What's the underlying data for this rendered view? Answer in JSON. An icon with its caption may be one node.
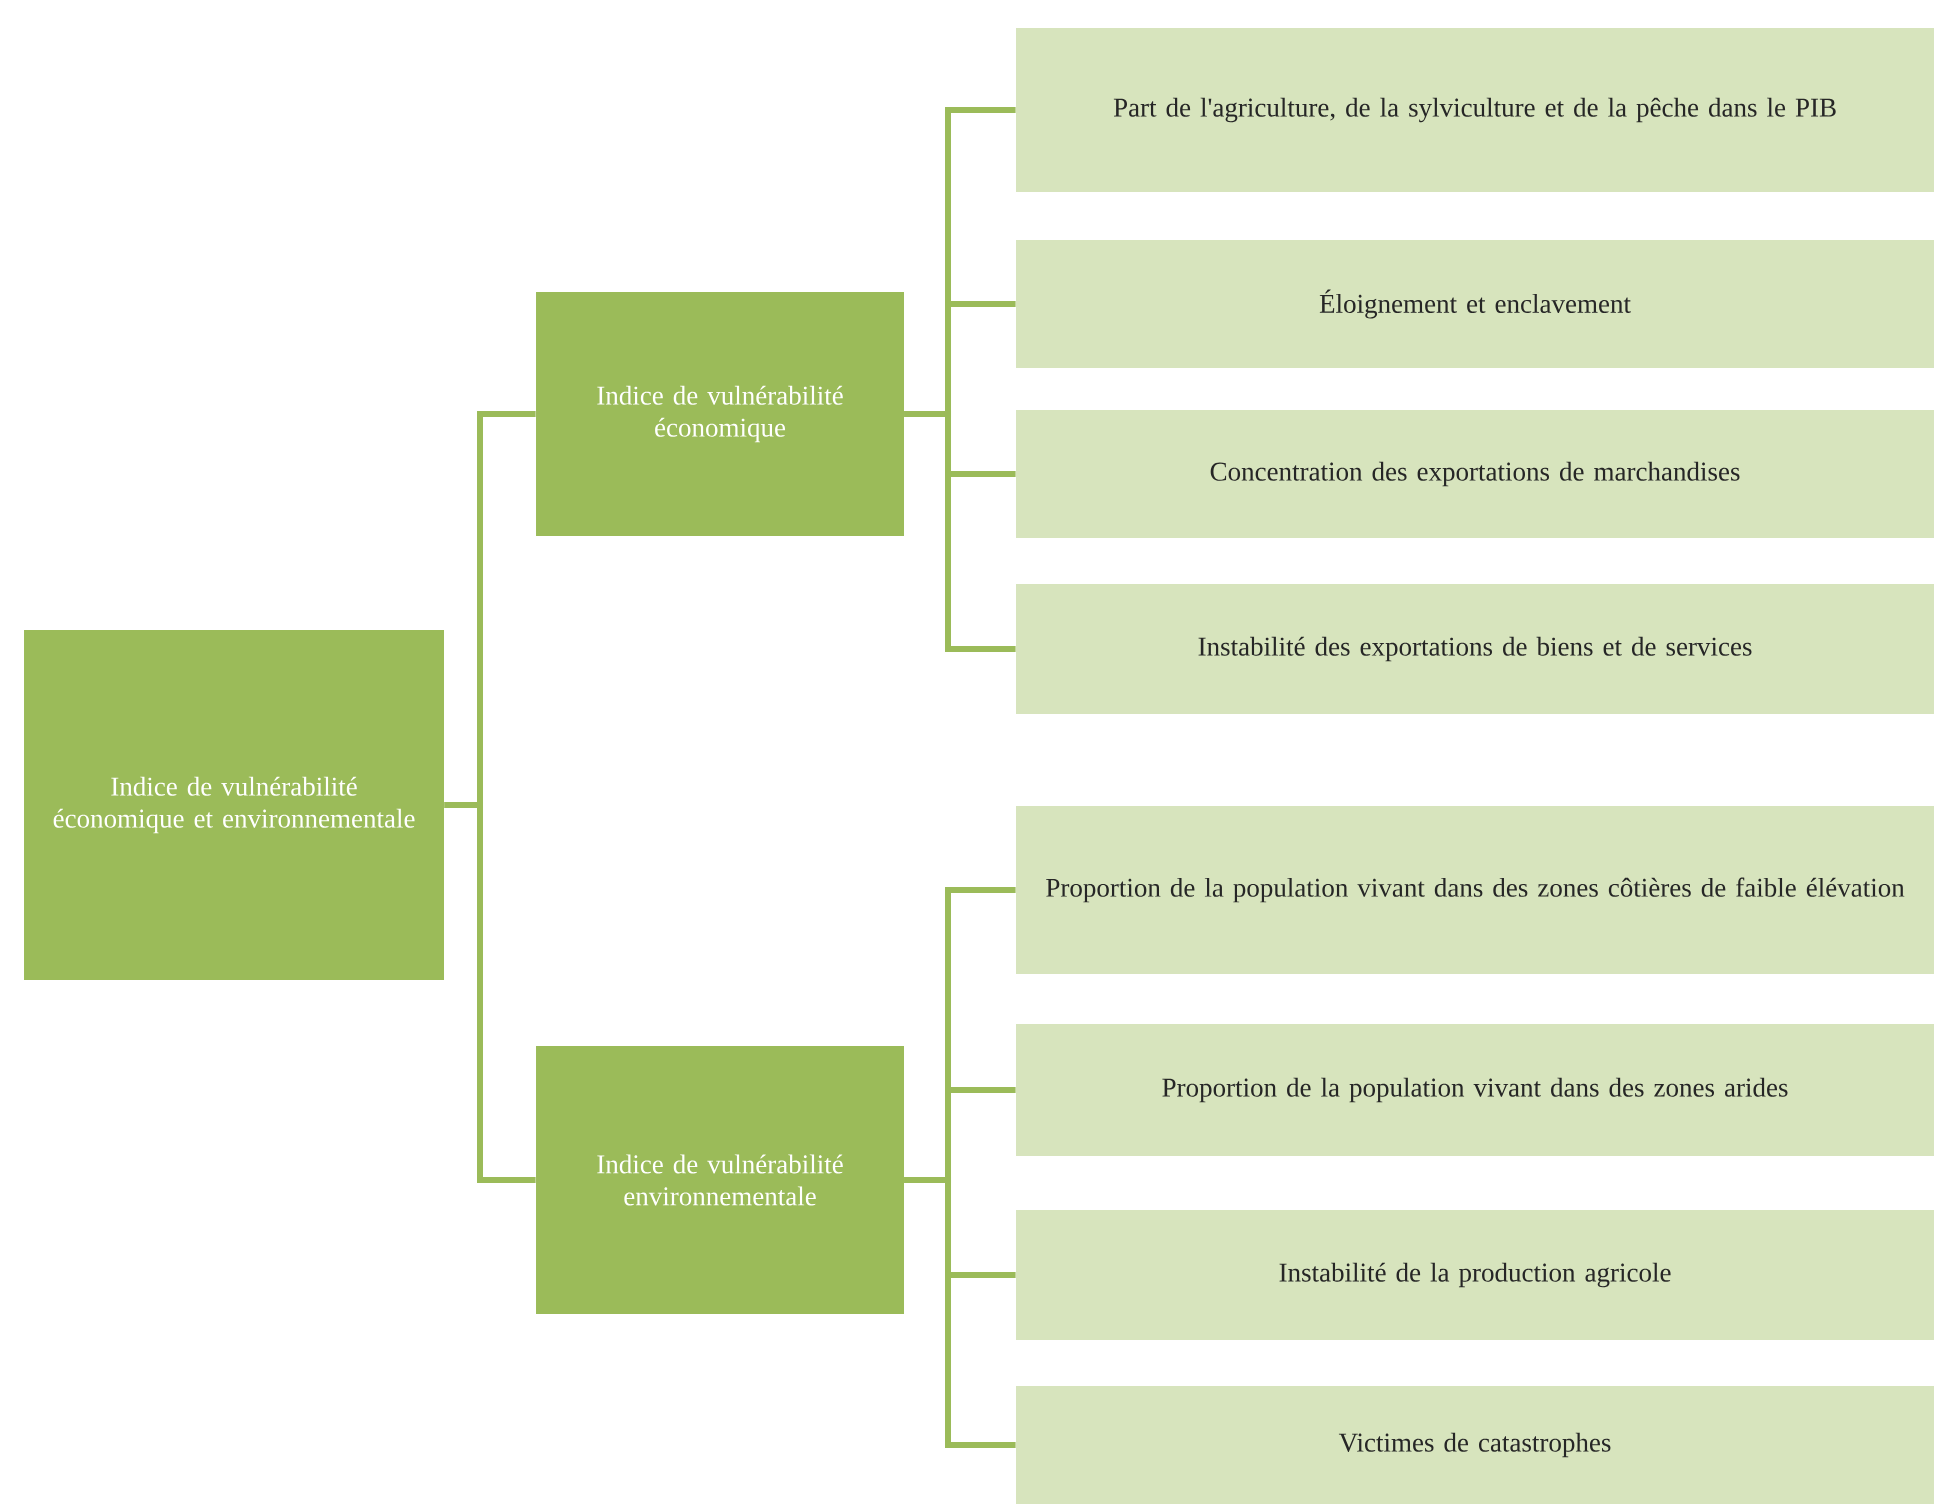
{
  "diagram": {
    "nodes": [
      {
        "text": [
          "Indice de vulnérabilité économique et environnementale"
        ]
      },
      {
        "text": [
          "Indice de vulnérabilité économique"
        ]
      },
      {
        "text": [
          "Indice de vulnérabilité environnementale"
        ]
      },
      {
        "text": [
          "Part de l'agriculture, de la sylviculture et de la pêche dans le PIB"
        ]
      },
      {
        "text": [
          "Éloignement et enclavement"
        ]
      },
      {
        "text": [
          "Concentration des exportations de marchandises"
        ]
      },
      {
        "text": [
          "Instabilité des exportations de biens et de services"
        ]
      },
      {
        "text": [
          "Proportion de la population vivant dans des zones côtières de faible élévation"
        ]
      },
      {
        "text": [
          "Proportion de la population vivant dans des zones arides"
        ]
      },
      {
        "text": [
          "Instabilité de la production agricole"
        ]
      },
      {
        "text": [
          "Victimes de catastrophes"
        ]
      }
    ],
    "edges": [
      {
        "from": 0,
        "to": 1,
        "arrow": "none"
      },
      {
        "from": 0,
        "to": 2,
        "arrow": "none"
      },
      {
        "from": 1,
        "to": 3,
        "arrow": "none"
      },
      {
        "from": 1,
        "to": 4,
        "arrow": "none"
      },
      {
        "from": 1,
        "to": 5,
        "arrow": "none"
      },
      {
        "from": 1,
        "to": 6,
        "arrow": "none"
      },
      {
        "from": 2,
        "to": 7,
        "arrow": "none"
      },
      {
        "from": 2,
        "to": 8,
        "arrow": "none"
      },
      {
        "from": 2,
        "to": 9,
        "arrow": "none"
      },
      {
        "from": 2,
        "to": 10,
        "arrow": "none"
      }
    ]
  }
}
